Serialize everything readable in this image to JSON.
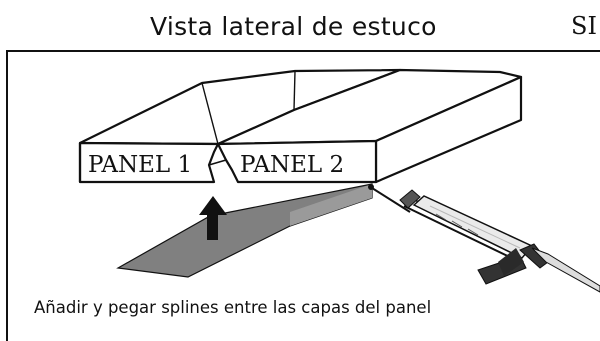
{
  "title": "Vista lateral de estuco",
  "title_cut": "SI",
  "panels": [
    {
      "label": "PANEL 1"
    },
    {
      "label": "PANEL 2"
    }
  ],
  "caption": "Añadir y pegar splines entre las capas del panel",
  "icons": {
    "arrow": "up-arrow-icon",
    "gun": "caulking-gun-icon"
  },
  "colors": {
    "spline": "#808080",
    "ink": "#111111"
  }
}
